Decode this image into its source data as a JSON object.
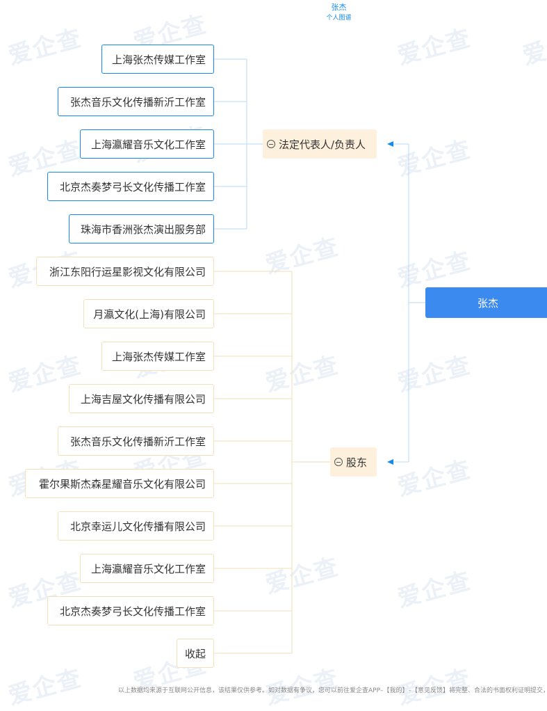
{
  "header": {
    "title": "张杰",
    "subtitle": "个人图谱"
  },
  "center_node": {
    "label": "张杰",
    "color": "#3b8af0"
  },
  "categories": [
    {
      "key": "representative",
      "label": "法定代表人/负责人",
      "items": [
        "上海张杰传媒工作室",
        "张杰音乐文化传播新沂工作室",
        "上海瀛耀音乐文化工作室",
        "北京杰奏梦弓长文化传播工作室",
        "珠海市香洲张杰演出服务部"
      ]
    },
    {
      "key": "shareholder",
      "label": "股东",
      "items": [
        "浙江东阳行运星影视文化有限公司",
        "月瀛文化(上海)有限公司",
        "上海张杰传媒工作室",
        "上海吉屋文化传播有限公司",
        "张杰音乐文化传播新沂工作室",
        "霍尔果斯杰森星耀音乐文化有限公司",
        "北京幸运儿文化传播有限公司",
        "上海瀛耀音乐文化工作室",
        "北京杰奏梦弓长文化传播工作室"
      ],
      "collapse_label": "收起"
    }
  ],
  "watermark": "爱企查",
  "footer": "以上数据均来源于互联网公开信息，该结果仅供参考。如对数据有争议，您可以前往爱企查APP–【我的】–【意见反馈】将完整、合法的书面权利证明提交，谢",
  "colors": {
    "accent": "#128bed",
    "rep_border": "#128bed",
    "shareholder_border": "#f4e1b8",
    "category_fill": "#fdf0dc",
    "rep_line": "#b7d8f7",
    "shareholder_line": "#f1dfb5"
  }
}
